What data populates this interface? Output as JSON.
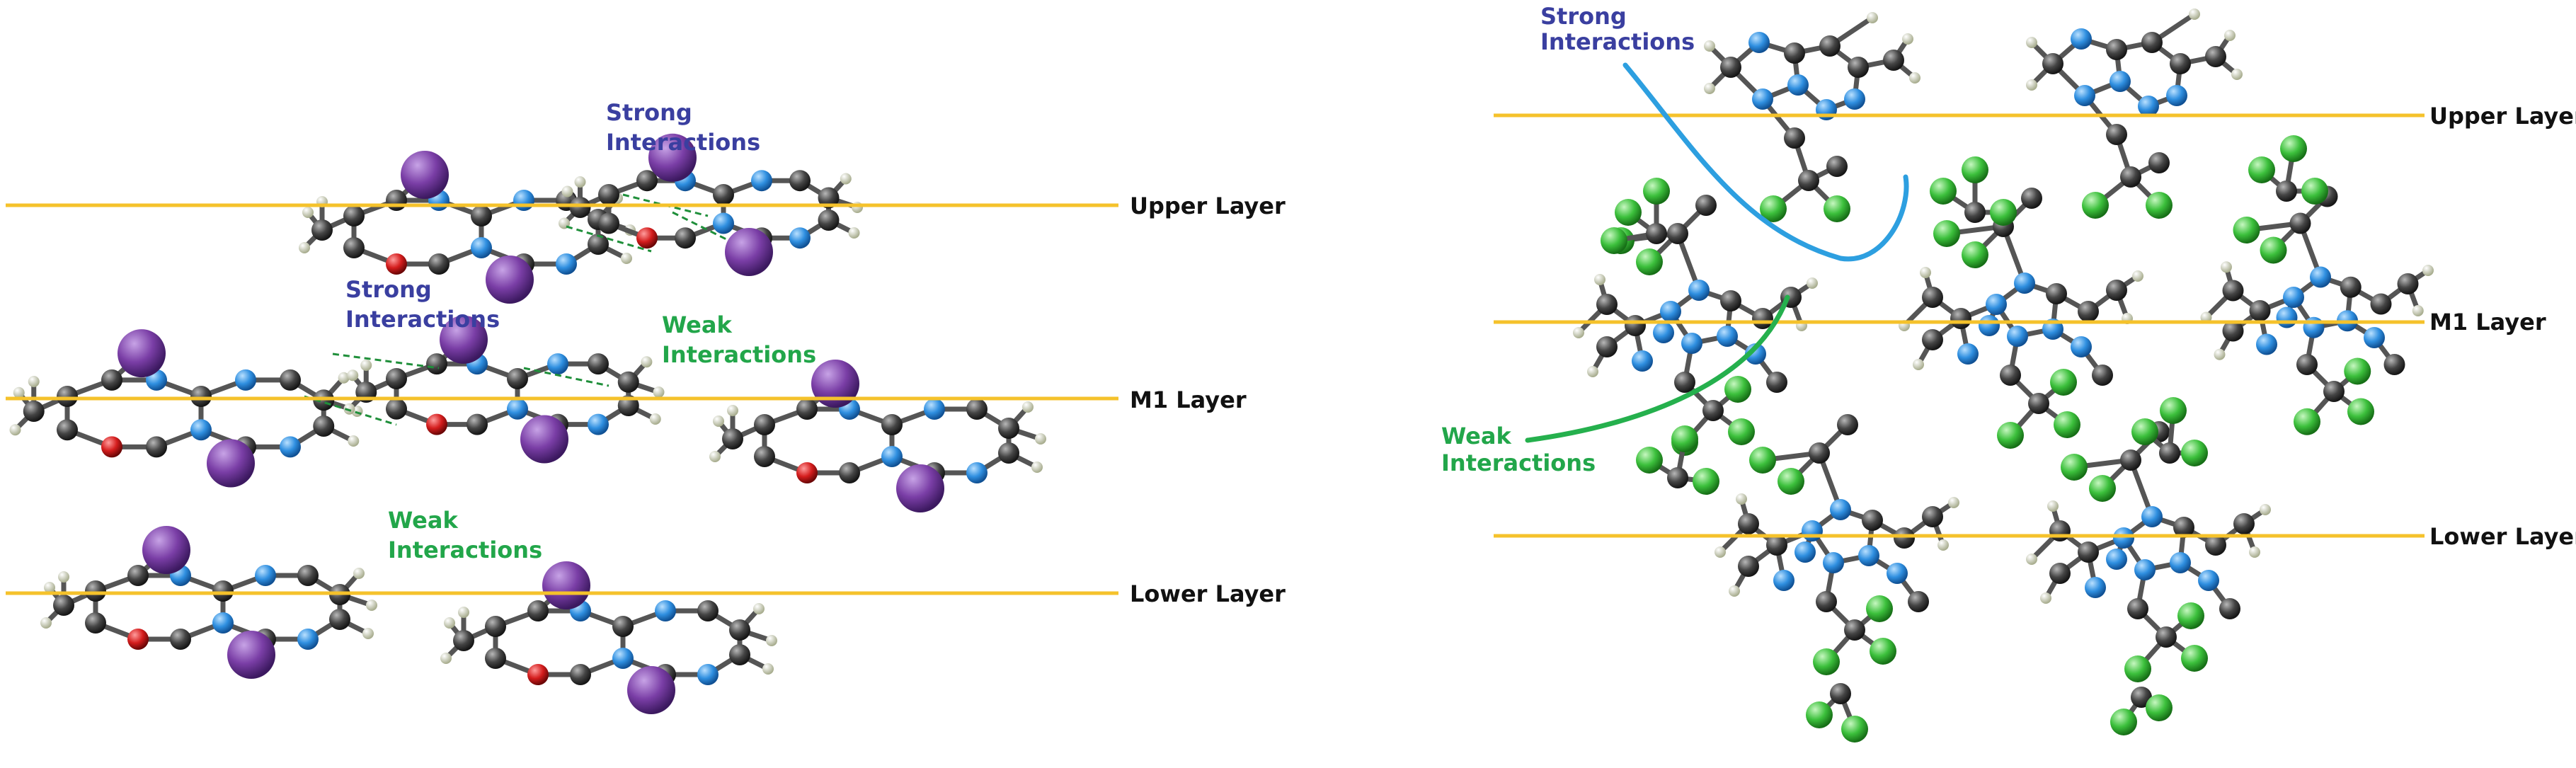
{
  "colors": {
    "layer_line": "#f5c22b",
    "strong": "#3a3fa0",
    "weak": "#22a64a",
    "strong_curve": "#2d9fe0",
    "weak_curve": "#25b04d",
    "carbon": "#404040",
    "hydrogen": "#d9dcc4",
    "nitrogen": "#2f8fe0",
    "oxygen": "#d41d1d",
    "iodine": "#7a3ea6",
    "chlorine": "#3cc03c",
    "bond": "#555555"
  },
  "left_panel": {
    "layers": [
      {
        "name": "upper",
        "label": "Upper Layer"
      },
      {
        "name": "m1",
        "label": "M1 Layer"
      },
      {
        "name": "lower",
        "label": "Lower Layer"
      }
    ],
    "annotations": [
      {
        "name": "strong-1",
        "kind": "strong",
        "line1": "Strong",
        "line2": "Interactions"
      },
      {
        "name": "strong-2",
        "kind": "strong",
        "line1": "Strong",
        "line2": "Interactions"
      },
      {
        "name": "weak-1",
        "kind": "weak",
        "line1": "Weak",
        "line2": "Interactions"
      },
      {
        "name": "weak-2",
        "kind": "weak",
        "line1": "Weak",
        "line2": "Interactions"
      }
    ]
  },
  "right_panel": {
    "layers": [
      {
        "name": "upper",
        "label": "Upper Layer"
      },
      {
        "name": "m1",
        "label": "M1 Layer"
      },
      {
        "name": "lower",
        "label": "Lower Layer"
      }
    ],
    "annotations": [
      {
        "name": "strong",
        "kind": "strong",
        "line1": "Strong",
        "line2": "Interactions"
      },
      {
        "name": "weak",
        "kind": "weak",
        "line1": "Weak",
        "line2": "Interactions"
      }
    ]
  }
}
